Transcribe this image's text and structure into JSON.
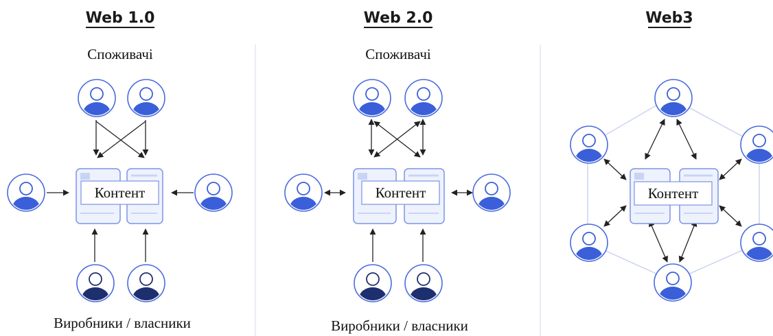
{
  "panels": [
    {
      "title": "Web 1.0",
      "consumers_label": "Споживачі",
      "producers_label": "Виробники / власники",
      "content_label": "Контент"
    },
    {
      "title": "Web 2.0",
      "consumers_label": "Споживачі",
      "producers_label": "Виробники / власники",
      "content_label": "Контент"
    },
    {
      "title": "Web3",
      "content_label": "Контент"
    }
  ],
  "colors": {
    "consumer_fill": "#3a5fd9",
    "producer_fill": "#1e2f6e",
    "icon_ring": "#4a6adf",
    "card_border": "#7b93e6",
    "card_fill": "#eef2fd",
    "network_line": "#c7d0ee"
  },
  "icons": {
    "consumer": "user-avatar-icon",
    "producer": "user-avatar-dark-icon"
  }
}
